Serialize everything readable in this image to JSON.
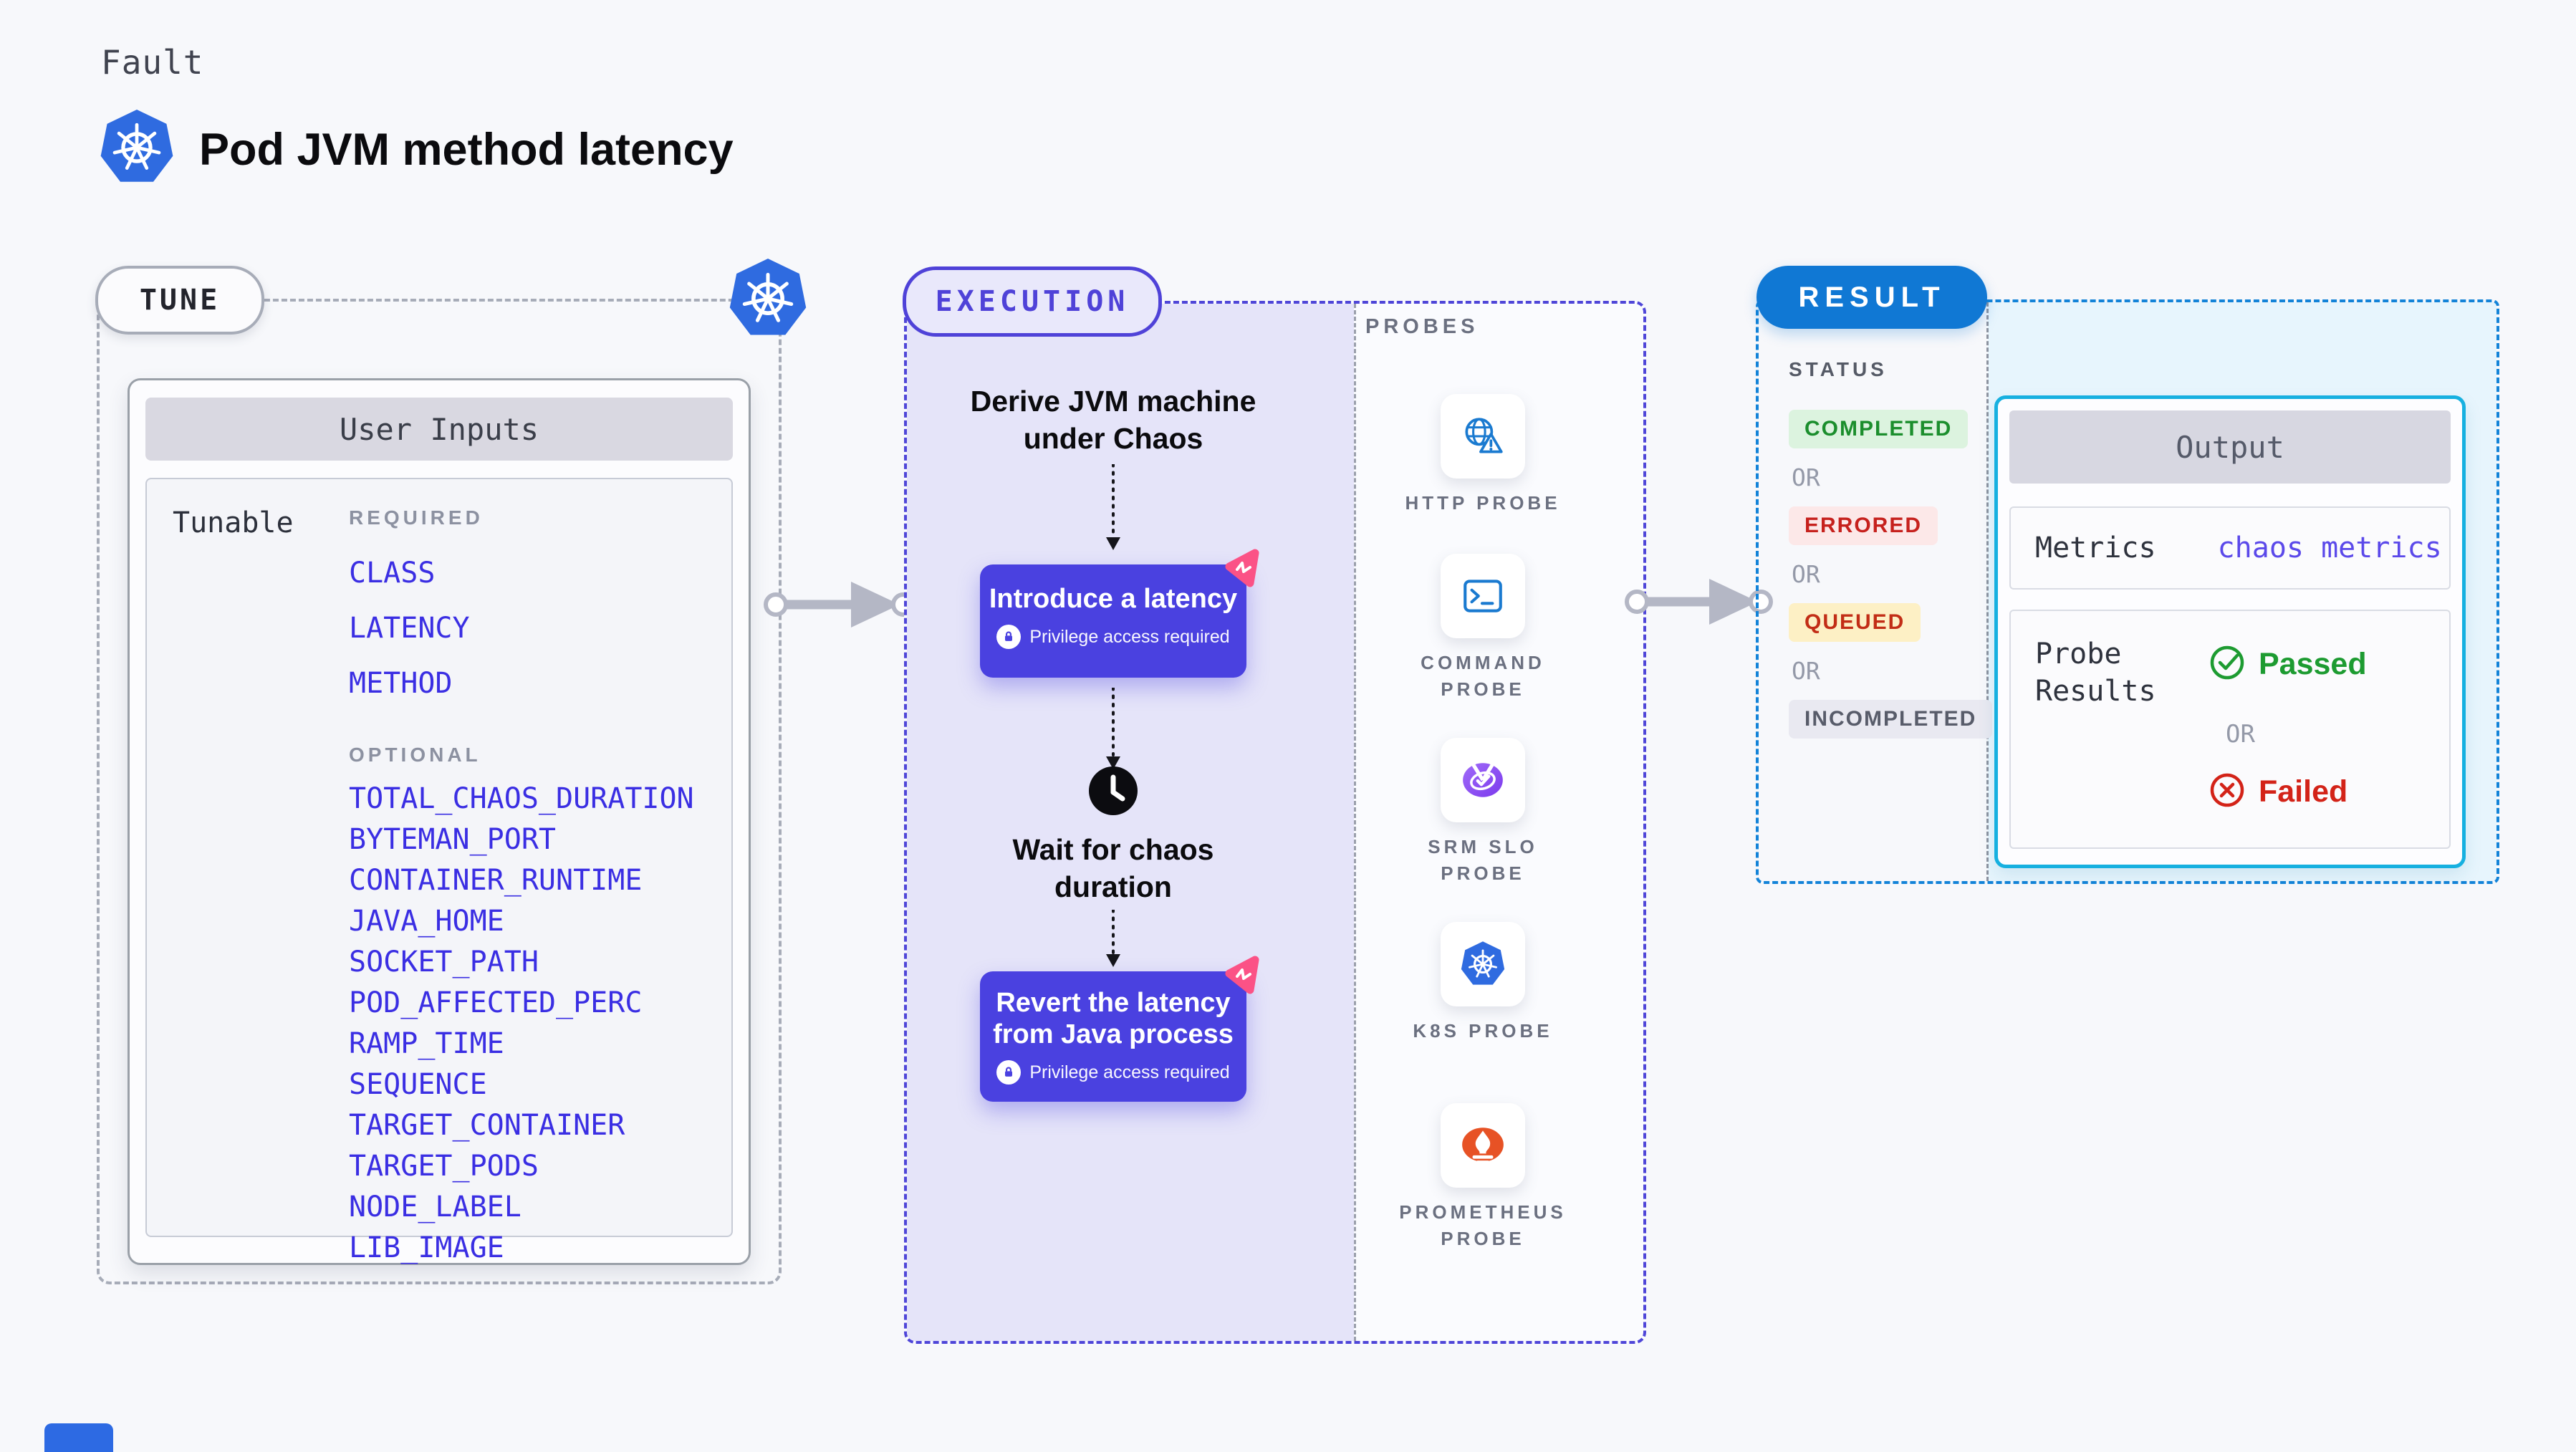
{
  "header": {
    "kicker": "Fault",
    "title": "Pod JVM method latency",
    "title_icon": "kubernetes-icon"
  },
  "tune": {
    "label": "TUNE",
    "corner_icon": "kubernetes-icon",
    "card_title": "User Inputs",
    "row_label": "Tunable",
    "required_label": "REQUIRED",
    "required_items": [
      "CLASS",
      "LATENCY",
      "METHOD"
    ],
    "optional_label": "OPTIONAL",
    "optional_items": [
      "TOTAL_CHAOS_DURATION",
      "BYTEMAN_PORT",
      "CONTAINER_RUNTIME",
      "JAVA_HOME",
      "SOCKET_PATH",
      "POD_AFFECTED_PERC",
      "RAMP_TIME",
      "SEQUENCE",
      "TARGET_CONTAINER",
      "TARGET_PODS",
      "NODE_LABEL",
      "LIB_IMAGE"
    ]
  },
  "execution": {
    "label": "EXECUTION",
    "step_derive": {
      "lines": [
        "Derive JVM machine",
        "under Chaos"
      ]
    },
    "action_introduce": {
      "title": "Introduce a latency",
      "note": "Privilege access required"
    },
    "step_wait": {
      "lines": [
        "Wait for chaos",
        "duration"
      ],
      "icon": "clock-icon"
    },
    "action_revert": {
      "lines": [
        "Revert the latency",
        "from Java process"
      ],
      "note": "Privilege access required"
    }
  },
  "probes": {
    "label": "PROBES",
    "items": [
      {
        "name": "HTTP PROBE",
        "lines": [
          "HTTP PROBE",
          ""
        ],
        "icon": "globe-alert-icon"
      },
      {
        "name": "COMMAND PROBE",
        "lines": [
          "COMMAND",
          "PROBE"
        ],
        "icon": "terminal-icon"
      },
      {
        "name": "SRM SLO PROBE",
        "lines": [
          "SRM SLO",
          "PROBE"
        ],
        "icon": "slo-gauge-icon"
      },
      {
        "name": "K8S PROBE",
        "lines": [
          "K8S PROBE",
          ""
        ],
        "icon": "kubernetes-icon"
      },
      {
        "name": "PROMETHEUS PROBE",
        "lines": [
          "PROMETHEUS",
          "PROBE"
        ],
        "icon": "prometheus-icon"
      }
    ]
  },
  "result": {
    "label": "RESULT",
    "status_label": "STATUS",
    "or_label": "OR",
    "statuses": [
      {
        "label": "COMPLETED",
        "color": "#1b8e2d",
        "bg": "#dcf3df"
      },
      {
        "label": "ERRORED",
        "color": "#c6211d",
        "bg": "#fce8e8"
      },
      {
        "label": "QUEUED",
        "color": "#c22d16",
        "bg": "#fdf0c5"
      },
      {
        "label": "INCOMPLETED",
        "color": "#585c6a",
        "bg": "#e9e9f1"
      }
    ],
    "output": {
      "title": "Output",
      "metrics_label": "Metrics",
      "metrics_value": "chaos metrics",
      "probe_results_label": "Probe Results",
      "passed_label": "Passed",
      "or_label": "OR",
      "failed_label": "Failed"
    }
  },
  "colors": {
    "page_bg": "#f7f8fb",
    "tune_border": "#a7acb8",
    "execution_accent": "#4f42d8",
    "execution_bg": "#e5e4f9",
    "action_box": "#4a41e0",
    "litmus_pink": "#fb5286",
    "item_blue": "#3a2ee3",
    "result_blue": "#1078d4",
    "result_dash": "#1383d8",
    "result_bg": "#e7f5fd",
    "output_border": "#16b0e0",
    "kubernetes_blue": "#2f6be0",
    "probe_icon_blue": "#1a7ad0",
    "srm_purple": "#8b5cf6",
    "prometheus_orange": "#e75225",
    "passed_green": "#1d9b31",
    "failed_red": "#d32318",
    "arrow_gray": "#b4b7c5"
  }
}
